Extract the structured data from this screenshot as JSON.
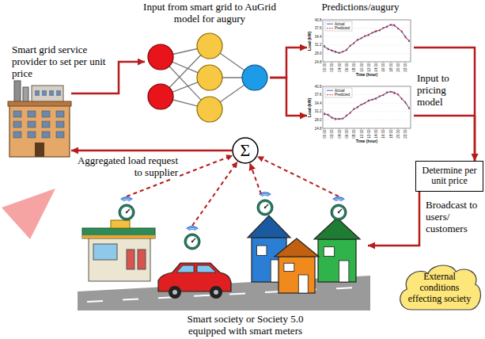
{
  "diagram": {
    "nodes": [
      {
        "text": [
          "Smart grid service provider to set per unit price"
        ]
      },
      {
        "text": [
          "Input from smart grid to AuGrid model for augury"
        ]
      },
      {
        "text": [
          "Predictions/augury",
          "Load (kW)",
          "Time (hour)",
          "Actual",
          "Predicted"
        ]
      },
      {
        "text": [
          "Load (kW)",
          "Time (hour)",
          "Actual",
          "Predicted"
        ]
      },
      {
        "text": [
          "Determine per unit price"
        ]
      },
      {
        "text": [
          "Σ"
        ]
      },
      {
        "text": [
          "Smart society or Society 5.0 equipped with smart meters"
        ]
      },
      {
        "text": [
          "External conditions effecting society"
        ]
      }
    ],
    "edges": [
      {
        "from": 0,
        "to": 1,
        "arrow": "to"
      },
      {
        "from": 1,
        "to": 2,
        "arrow": "to"
      },
      {
        "from": 1,
        "to": 3,
        "arrow": "to"
      },
      {
        "from": 2,
        "to": 4,
        "arrow": "to",
        "label": "Input to pricing model"
      },
      {
        "from": 3,
        "to": 4,
        "arrow": "to"
      },
      {
        "from": 4,
        "to": 6,
        "arrow": "to",
        "label": "Broadcast to users/ customers"
      },
      {
        "from": 6,
        "to": 5,
        "arrow": "to"
      },
      {
        "from": 5,
        "to": 0,
        "arrow": "to",
        "label": "Aggregated load request to supplier"
      }
    ],
    "labels": [
      "40.8",
      "37.6",
      "34.4",
      "31.2",
      "28.0",
      "24.8",
      "00:00",
      "02:00",
      "04:00",
      "06:00",
      "08:00",
      "10:00",
      "12:00",
      "14:00",
      "16:00",
      "18:00",
      "20:00",
      "22:00",
      "40.8",
      "37.6",
      "34.4",
      "31.2",
      "28.0",
      "24.8",
      "00:00",
      "02:00",
      "04:00",
      "06:00",
      "08:00",
      "10:00",
      "12:00",
      "14:00",
      "16:00",
      "18:00",
      "20:00",
      "22:00"
    ]
  }
}
